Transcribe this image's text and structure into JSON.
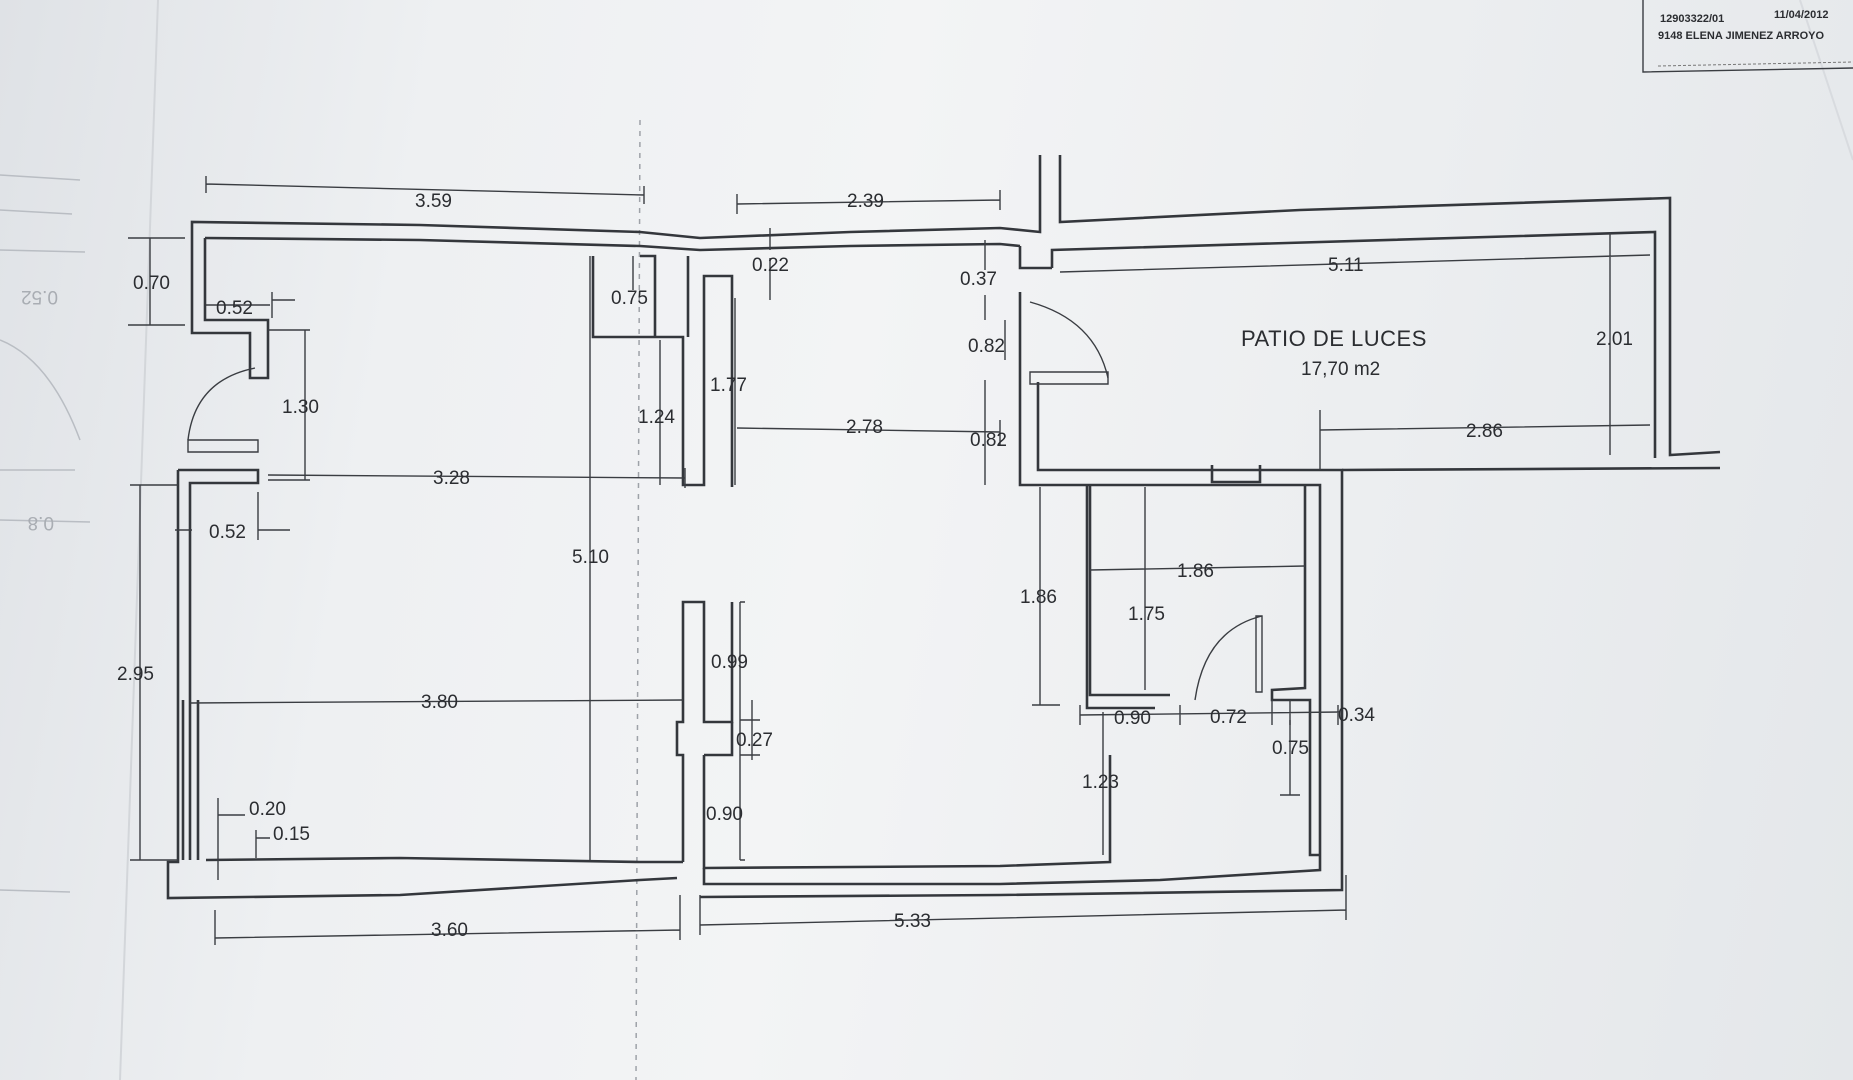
{
  "stamp": {
    "reference": "12903322/01",
    "date": "11/04/2012",
    "name": "9148 ELENA JIMENEZ ARROYO"
  },
  "room": {
    "name": "PATIO DE LUCES",
    "area": "17,70 m2"
  },
  "dimensions": {
    "top_left_width": "3.59",
    "top_mid_width": "2.39",
    "patio_width": "5.11",
    "patio_depth": "2.01",
    "patio_lower": "2.86",
    "wall_offset_070": "0.70",
    "niche_052_top": "0.52",
    "niche_052_bottom": "0.52",
    "door_130": "1.30",
    "corridor_328": "3.28",
    "room_295": "2.95",
    "room_380": "3.80",
    "height_510": "5.10",
    "wall_075": "0.75",
    "wall_124": "1.24",
    "wall_022": "0.22",
    "wall_177": "1.77",
    "span_278": "2.78",
    "door_037": "0.37",
    "door_082_top": "0.82",
    "door_082_bottom": "0.82",
    "bath_186_width": "1.86",
    "bath_186_height": "1.86",
    "bath_175": "1.75",
    "wall_099": "0.99",
    "wall_027": "0.27",
    "wall_090_left": "0.90",
    "bath_090": "0.90",
    "bath_072": "0.72",
    "bath_034": "0.34",
    "bath_075": "0.75",
    "bath_123": "1.23",
    "sill_020": "0.20",
    "sill_015": "0.15",
    "bottom_360": "3.60",
    "bottom_533": "5.33"
  },
  "margin_fragments": {
    "frag_a": "0.52",
    "frag_b": "0.8"
  }
}
